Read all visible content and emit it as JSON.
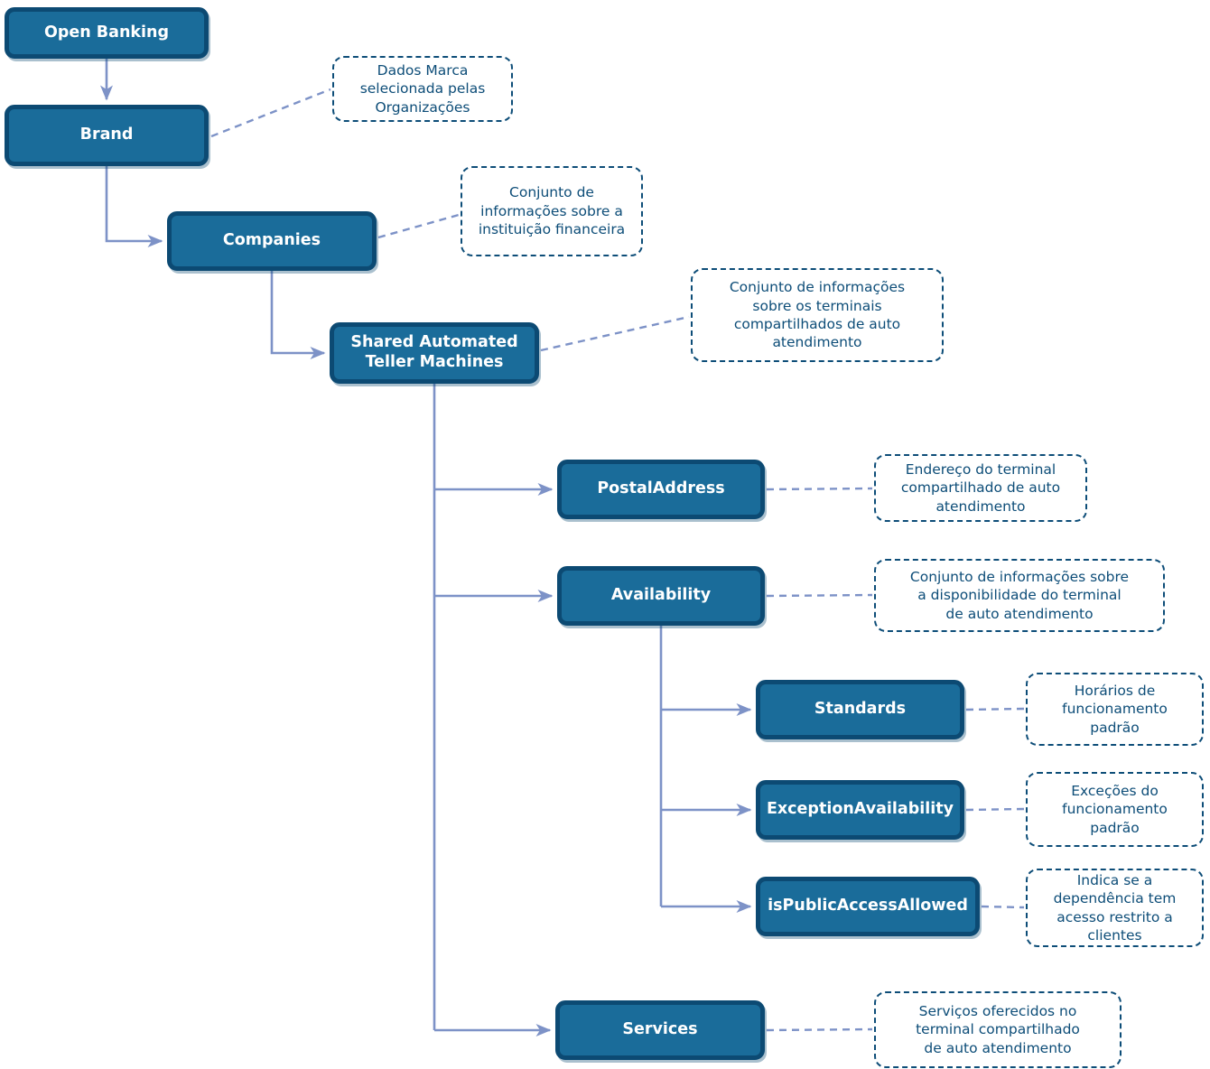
{
  "diagram": {
    "type": "hierarchy-tree",
    "language_of_notes": "pt-BR",
    "colors": {
      "background": "#ffffff",
      "node_fill": "#1a6c9a",
      "node_border": "#0c4a73",
      "node_text": "#ffffff",
      "note_border": "#0d4d78",
      "note_text": "#0d4d78",
      "connector": "#7d92c7"
    },
    "nodes": [
      {
        "id": "open-banking",
        "label": "Open Banking",
        "parent": null,
        "note": null
      },
      {
        "id": "brand",
        "label": "Brand",
        "parent": "open-banking",
        "note": "Dados Marca selecionada pelas Organizações"
      },
      {
        "id": "companies",
        "label": "Companies",
        "parent": "brand",
        "note": "Conjunto de informações sobre a instituição financeira"
      },
      {
        "id": "shared-atm",
        "label": "Shared Automated Teller Machines",
        "parent": "companies",
        "note": "Conjunto de informações sobre os terminais compartilhados de auto atendimento"
      },
      {
        "id": "postal-address",
        "label": "PostalAddress",
        "parent": "shared-atm",
        "note": "Endereço do terminal compartilhado de auto atendimento"
      },
      {
        "id": "availability",
        "label": "Availability",
        "parent": "shared-atm",
        "note": "Conjunto de informações sobre a disponibilidade do terminal de auto atendimento"
      },
      {
        "id": "standards",
        "label": "Standards",
        "parent": "availability",
        "note": "Horários de funcionamento padrão"
      },
      {
        "id": "exception-availability",
        "label": "ExceptionAvailability",
        "parent": "availability",
        "note": "Exceções do funcionamento padrão"
      },
      {
        "id": "is-public-access-allowed",
        "label": "isPublicAccessAllowed",
        "parent": "availability",
        "note": "Indica se a dependência tem acesso restrito a clientes"
      },
      {
        "id": "services",
        "label": "Services",
        "parent": "shared-atm",
        "note": "Serviços oferecidos no terminal compartilhado de auto atendimento"
      }
    ]
  }
}
